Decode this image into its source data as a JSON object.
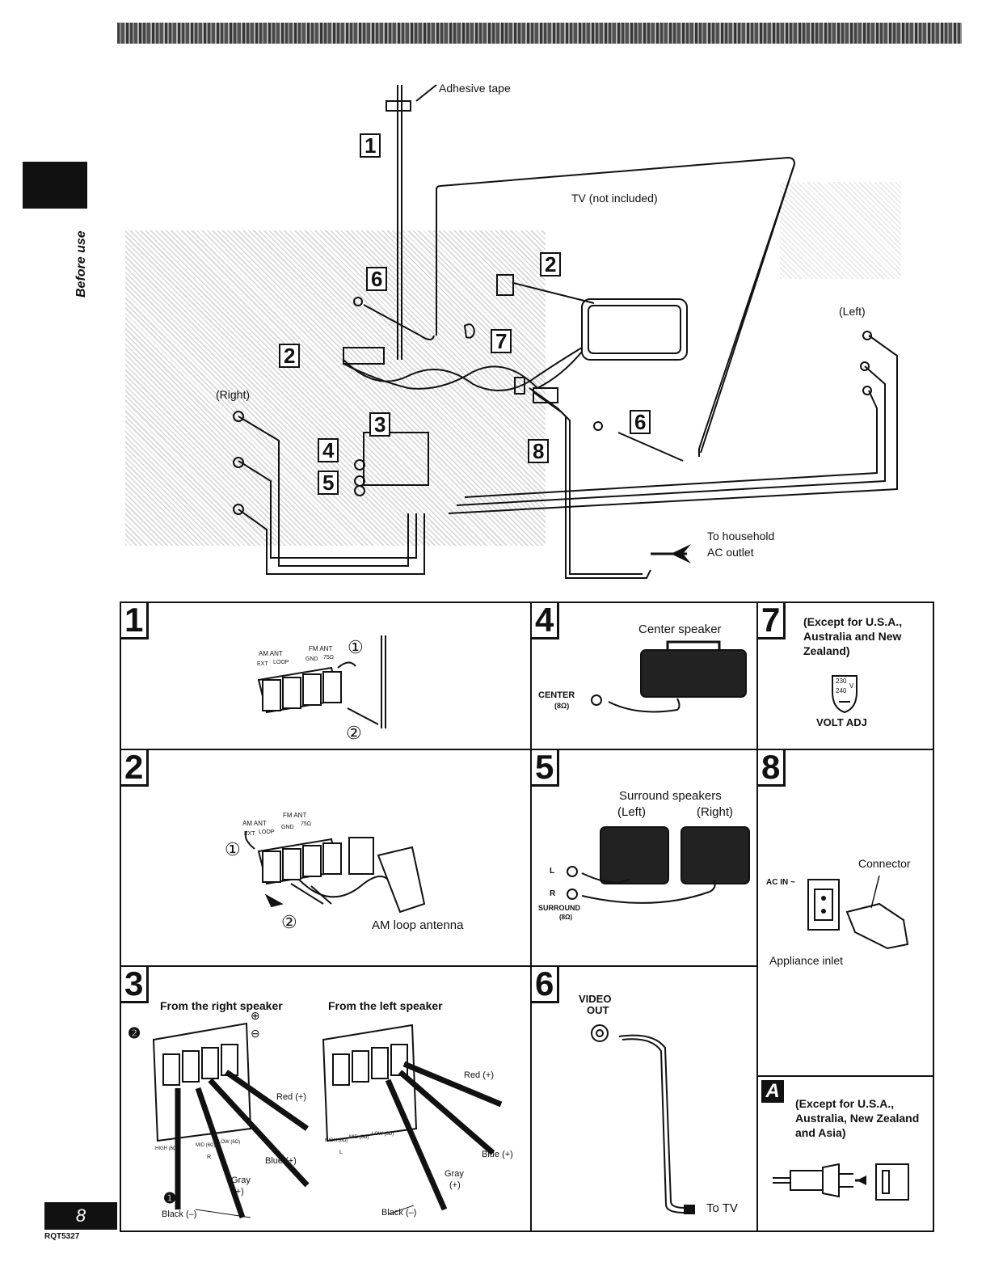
{
  "header": {
    "side_tab_label": "Before use"
  },
  "overview": {
    "adhesive_tape": "Adhesive tape",
    "tv": "TV (not included)",
    "left": "(Left)",
    "right": "(Right)",
    "household": "To household",
    "ac_outlet": "AC outlet",
    "callouts": [
      "1",
      "2",
      "2",
      "3",
      "4",
      "5",
      "6",
      "6",
      "7",
      "8"
    ]
  },
  "cells": {
    "c1": {
      "num": "1",
      "circ1": "①",
      "circ2": "②",
      "am_ant": "AM ANT",
      "fm_ant": "FM ANT",
      "ext": "EXT",
      "loop": "LOOP",
      "gnd": "GND",
      "ohm": "75Ω"
    },
    "c2": {
      "num": "2",
      "circ1": "①",
      "circ2": "②",
      "caption": "AM loop antenna",
      "am_ant": "AM ANT",
      "fm_ant": "FM ANT",
      "ext": "EXT",
      "loop": "LOOP",
      "gnd": "GND",
      "ohm": "75Ω"
    },
    "c3": {
      "num": "3",
      "right_spk": "From the right speaker",
      "left_spk": "From the left speaker",
      "red": "Red (+)",
      "blue": "Blue (+)",
      "gray": "Gray",
      "gray_plus": "(+)",
      "black": "Black (–)",
      "step1": "❶",
      "step2": "❷",
      "plus": "⊕",
      "minus": "⊖",
      "r_labels": [
        "HIGH (6Ω)",
        "MID (6Ω)",
        "LOW (6Ω)"
      ],
      "l_labels": [
        "HIGH (6Ω)",
        "MID (6Ω)",
        "LOW (6Ω)"
      ],
      "r_group": "R",
      "l_group": "L"
    },
    "c4": {
      "num": "4",
      "title": "Center speaker",
      "center": "CENTER",
      "ohm": "(8Ω)"
    },
    "c5": {
      "num": "5",
      "title": "Surround speakers",
      "left": "(Left)",
      "right": "(Right)",
      "surround": "SURROUND",
      "ohm": "(8Ω)",
      "l": "L",
      "r": "R"
    },
    "c6": {
      "num": "6",
      "video": "VIDEO",
      "out": "OUT",
      "to_tv": "To TV"
    },
    "c7": {
      "num": "7",
      "note": "(Except for U.S.A., Australia and New Zealand)",
      "v230": "230",
      "v240": "240",
      "v": "V",
      "volt_adj": "VOLT ADJ"
    },
    "c8": {
      "num": "8",
      "ac_in": "AC IN ~",
      "connector": "Connector",
      "appliance": "Appliance inlet"
    },
    "cA": {
      "num": "A",
      "note": "(Except for U.S.A., Australia, New Zealand and Asia)"
    }
  },
  "footer": {
    "page": "8",
    "model": "RQT5327"
  }
}
